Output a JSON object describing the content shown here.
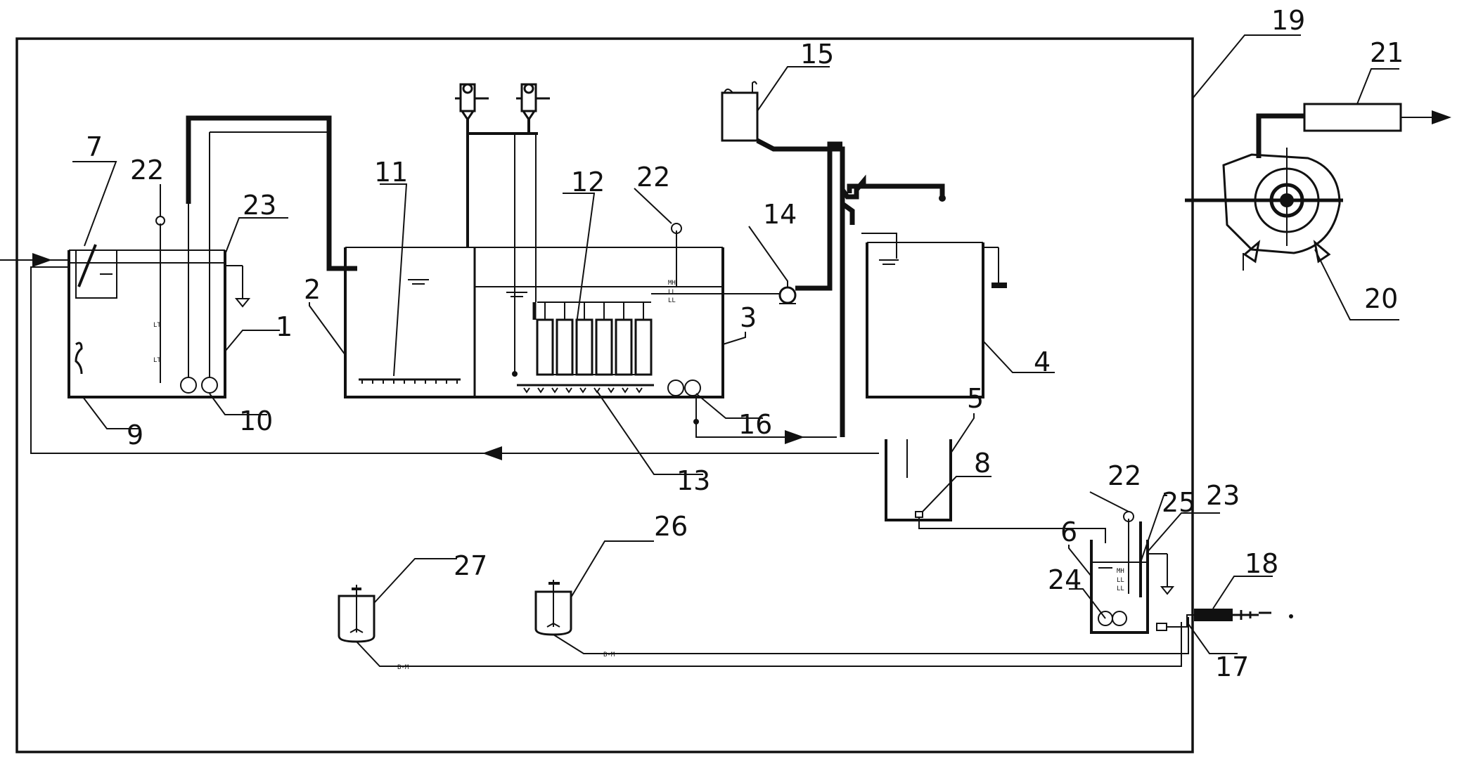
{
  "labels": {
    "n1": "1",
    "n2": "2",
    "n3": "3",
    "n4": "4",
    "n5": "5",
    "n6": "6",
    "n7": "7",
    "n8": "8",
    "n9": "9",
    "n10": "10",
    "n11": "11",
    "n12": "12",
    "n13": "13",
    "n14": "14",
    "n15": "15",
    "n16": "16",
    "n17": "17",
    "n18": "18",
    "n19": "19",
    "n20": "20",
    "n21": "21",
    "n22a": "22",
    "n22b": "22",
    "n22c": "22",
    "n23a": "23",
    "n23b": "23",
    "n24": "24",
    "n25": "25",
    "n26": "26",
    "n27": "27"
  }
}
